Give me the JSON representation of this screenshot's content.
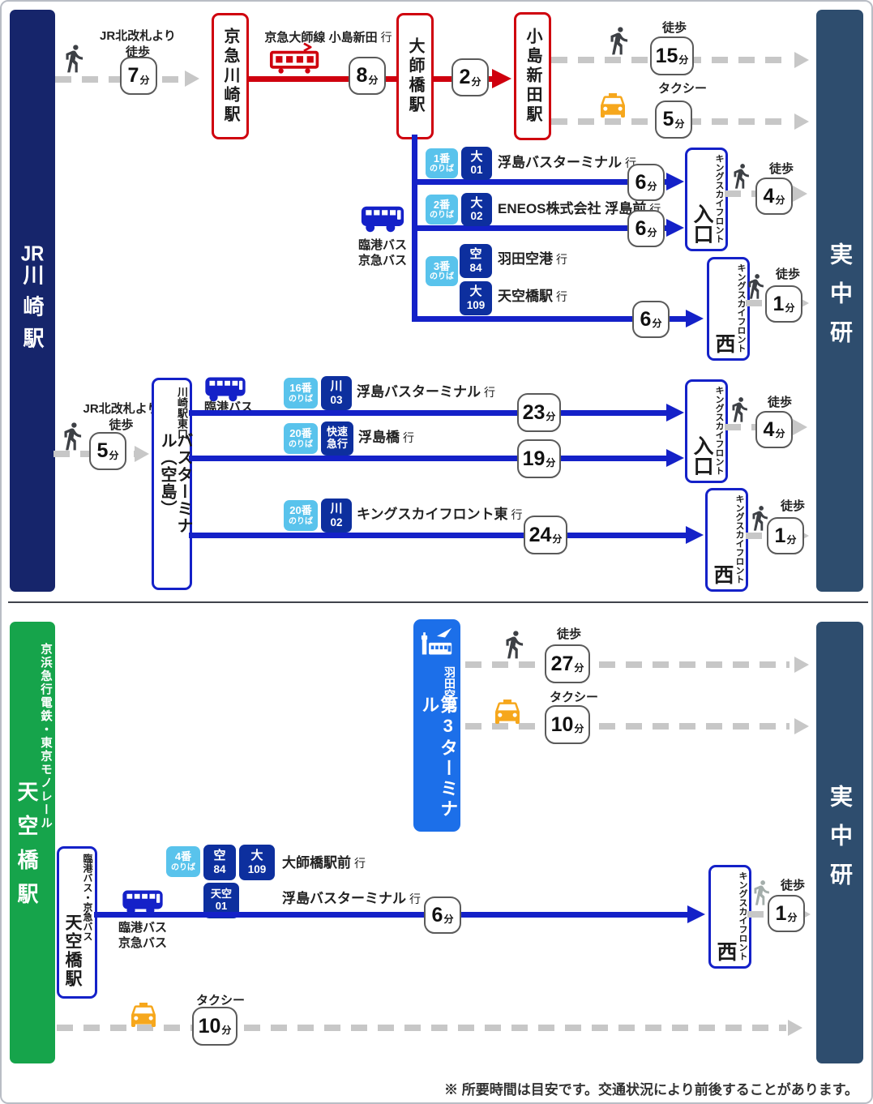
{
  "colors": {
    "rail_red": "#CF000E",
    "route_blue": "#1421C8",
    "stop_badge_blue": "#59C3EC",
    "route_badge_navy": "#0D2F9E",
    "jr_bar_navy": "#16256B",
    "dest_bar_navy": "#2E4D6E",
    "keikyu_green": "#16A44B",
    "haneda_blue": "#1C6FE9",
    "taxi_orange": "#F6A71C"
  },
  "icons": {
    "walk_icon": "🚶",
    "taxi_icon": "🚕",
    "bus_icon": "🚌",
    "train_icon": "🚃",
    "airport_icon": "✈"
  },
  "units": {
    "min": "分",
    "bound_for": "行"
  },
  "top": {
    "origin_prefix": "JR",
    "origin_name": "川崎駅",
    "destination": "実中研",
    "rail": {
      "walk_note_1": "JR北改札より",
      "walk_note_2": "徒歩",
      "walk_min": "7",
      "station_1": "京急川崎駅",
      "line_name": "京急大師線 小島新田",
      "ride_min_1": "8",
      "station_2": "大師橋駅",
      "ride_min_2": "2",
      "station_3": "小島新田駅",
      "walk_label": "徒歩",
      "walk_min_2": "15",
      "taxi_label": "タクシー",
      "taxi_min": "5"
    },
    "daishibashi_bus": {
      "operator_1": "臨港バス",
      "operator_2": "京急バス",
      "stop1_no": "1番",
      "stop1_label": "のりば",
      "route1_kanji": "大",
      "route1_no": "01",
      "dest1": "浮島バスターミナル",
      "time1": "6",
      "stop2_no": "2番",
      "stop2_label": "のりば",
      "route2_kanji": "大",
      "route2_no": "02",
      "dest2": "ENEOS株式会社 浮島前",
      "time2": "6",
      "stop3_no": "3番",
      "stop3_label": "のりば",
      "route3a_kanji": "空",
      "route3a_no": "84",
      "dest3a": "羽田空港",
      "route3b_kanji": "大",
      "route3b_no": "109",
      "dest3b": "天空橋駅",
      "time3": "6",
      "gate_name": "キングスカイフロント",
      "gate_suffix": "入口",
      "west_name": "キングスカイフロント",
      "west_suffix": "西",
      "walk_label": "徒歩",
      "gate_walk_min": "4",
      "west_walk_min": "1"
    },
    "terminal_bus": {
      "walk_note_1": "JR北改札より",
      "walk_note_2": "徒歩",
      "walk_min": "5",
      "terminal_name_small": "川崎駅東口",
      "terminal_name_large": "バスターミナル（空島）",
      "operator": "臨港バス",
      "stopA_no": "16番",
      "stopA_label": "のりば",
      "routeA_kanji": "川",
      "routeA_no": "03",
      "destA": "浮島バスターミナル",
      "timeA": "23",
      "stopB_no": "20番",
      "stopB_label": "のりば",
      "routeB_line1": "快速",
      "routeB_line2": "急行",
      "destB": "浮島橋",
      "timeB": "19",
      "stopC_no": "20番",
      "stopC_label": "のりば",
      "routeC_kanji": "川",
      "routeC_no": "02",
      "destC": "キングスカイフロント東",
      "timeC": "24",
      "gate_name": "キングスカイフロント",
      "gate_suffix": "入口",
      "west_name": "キングスカイフロント",
      "west_suffix": "西",
      "walk_label": "徒歩",
      "gate_walk_min": "4",
      "west_walk_min": "1"
    }
  },
  "bottom": {
    "origin_operator": "京浜急行電鉄・東京モノレール",
    "origin_name": "天空橋駅",
    "destination": "実中研",
    "haneda": {
      "name_small": "羽田空港",
      "large_1": "第",
      "large_digit": "3",
      "large_2": "ターミナル",
      "walk_label": "徒歩",
      "walk_min": "27",
      "taxi_label": "タクシー",
      "taxi_min": "10"
    },
    "tenkubashi_bus": {
      "stop_box_small": "臨港バス・京急バス",
      "stop_box_large": "天空橋駅",
      "operator_1": "臨港バス",
      "operator_2": "京急バス",
      "stop_no": "4番",
      "stop_label": "のりば",
      "routeA_kanji": "空",
      "routeA_no": "84",
      "routeB_kanji": "大",
      "routeB_no": "109",
      "destA": "大師橋駅前",
      "routeC_line1": "天空",
      "routeC_line2": "01",
      "destC": "浮島バスターミナル",
      "time": "6",
      "west_name": "キングスカイフロント",
      "west_suffix": "西",
      "walk_label": "徒歩",
      "west_walk_min": "1"
    },
    "taxi_label": "タクシー",
    "taxi_min": "10"
  },
  "footer": {
    "note": "※ 所要時間は目安です。交通状況により前後することがあります。"
  }
}
